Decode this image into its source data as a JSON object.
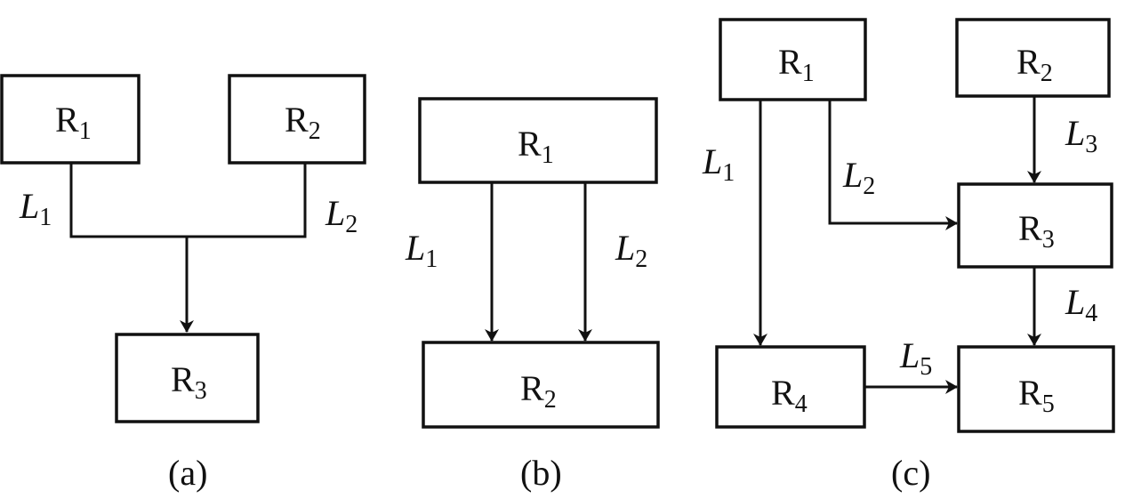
{
  "diagrams": {
    "a": {
      "caption": "(a)",
      "nodes": [
        {
          "id": "R1",
          "main": "R",
          "sub": "1"
        },
        {
          "id": "R2",
          "main": "R",
          "sub": "2"
        },
        {
          "id": "R3",
          "main": "R",
          "sub": "3"
        }
      ],
      "links": [
        {
          "from": "R1",
          "to": "R3",
          "main": "L",
          "sub": "1"
        },
        {
          "from": "R2",
          "to": "R3",
          "main": "L",
          "sub": "2"
        }
      ]
    },
    "b": {
      "caption": "(b)",
      "nodes": [
        {
          "id": "R1",
          "main": "R",
          "sub": "1"
        },
        {
          "id": "R2",
          "main": "R",
          "sub": "2"
        }
      ],
      "links": [
        {
          "from": "R1",
          "to": "R2",
          "main": "L",
          "sub": "1"
        },
        {
          "from": "R1",
          "to": "R2",
          "main": "L",
          "sub": "2"
        }
      ]
    },
    "c": {
      "caption": "(c)",
      "nodes": [
        {
          "id": "R1",
          "main": "R",
          "sub": "1"
        },
        {
          "id": "R2",
          "main": "R",
          "sub": "2"
        },
        {
          "id": "R3",
          "main": "R",
          "sub": "3"
        },
        {
          "id": "R4",
          "main": "R",
          "sub": "4"
        },
        {
          "id": "R5",
          "main": "R",
          "sub": "5"
        }
      ],
      "links": [
        {
          "from": "R1",
          "to": "R4",
          "main": "L",
          "sub": "1"
        },
        {
          "from": "R1",
          "to": "R3",
          "main": "L",
          "sub": "2"
        },
        {
          "from": "R2",
          "to": "R3",
          "main": "L",
          "sub": "3"
        },
        {
          "from": "R3",
          "to": "R5",
          "main": "L",
          "sub": "4"
        },
        {
          "from": "R4",
          "to": "R5",
          "main": "L",
          "sub": "5"
        }
      ]
    }
  }
}
